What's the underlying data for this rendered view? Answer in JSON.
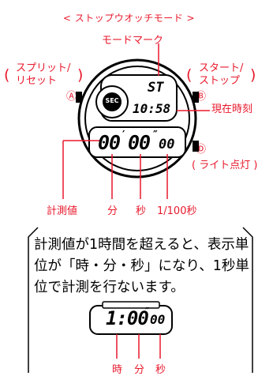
{
  "title": "< ストップウオッチモード >",
  "labels": {
    "mode_mark": "モードマーク",
    "split_reset_1": "スプリット/",
    "split_reset_2": "リセット",
    "start_stop_1": "スタート/",
    "start_stop_2": "ストップ",
    "current_time": "現在時刻",
    "light": "( ライト点灯 )",
    "button_a": "Ⓐ",
    "button_b": "Ⓑ",
    "button_d": "Ⓓ"
  },
  "watch": {
    "mode_text": "ST",
    "time_text": "10:58",
    "sec_label": "SEC",
    "main_display_a": "00",
    "main_display_b": "00",
    "main_display_c": "00"
  },
  "bottom_labels": {
    "measured": "計測値",
    "minutes": "分",
    "seconds": "秒",
    "hundredths": "1/100秒"
  },
  "note": {
    "text": "計測値が1時間を超えると、表示単位が「時・分・秒」になり、1秒単位で計測を行ないます。",
    "display": "1:00",
    "display_small": "00",
    "label_hour": "時",
    "label_minute": "分",
    "label_second": "秒"
  }
}
